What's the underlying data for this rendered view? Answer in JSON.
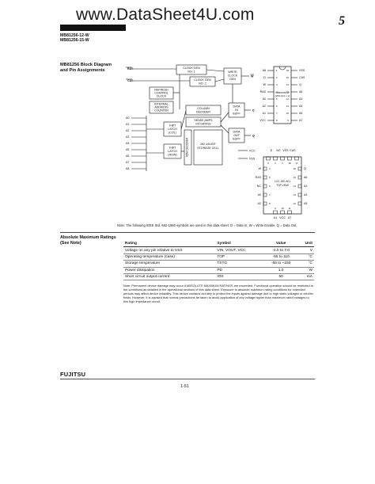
{
  "watermark": "www.DataSheet4U.com",
  "page_mark": "5",
  "part_numbers": [
    "MB81256-12-W",
    "MB81256-15-W"
  ],
  "section_title": [
    "MB81256 Block Diagram",
    "and Pin Assignments"
  ],
  "block_diagram": {
    "signals": {
      "ras": "RAS",
      "cas": "CAS",
      "w": "W",
      "a0": "A0",
      "a1": "A1",
      "a2": "A2",
      "a3": "A3",
      "a4": "A4",
      "a5": "A5",
      "a6": "A6",
      "a7": "A7",
      "a8": "A8",
      "d": "D",
      "q": "Q",
      "vcc": "VCC",
      "vss": "VSS"
    },
    "blocks": {
      "clock_gen_1": [
        "CLOCK GEN",
        "NO. 1"
      ],
      "clock_gen_2": [
        "CLOCK GEN",
        "NO. 2"
      ],
      "write_clock_gen": [
        "WRITE",
        "CLOCK",
        "GEN"
      ],
      "refresh_control": [
        "REFRESH",
        "CONTROL",
        "CLOCK"
      ],
      "internal_address_counter": [
        "INTERNAL",
        "ADDRESS",
        "COUNTER"
      ],
      "column_decoder": [
        "COLUMN",
        "DECODER"
      ],
      "sense_amps": [
        "SENSE AMPS",
        "I/O GATING"
      ],
      "data_in_buff": [
        "DATA",
        "IN",
        "BUFF"
      ],
      "data_out_buff": [
        "DATA",
        "OUT",
        "BUFF"
      ],
      "latch_col": [
        "9-BIT",
        "LATCH",
        "(COL)"
      ],
      "latch_row": [
        "9-BIT",
        "LATCH",
        "(ROW)"
      ],
      "row_decoder": "ROW DECODER",
      "storage_cell": [
        "262,144-BIT",
        "STORAGE CELL"
      ]
    }
  },
  "dip_package": {
    "name": [
      "MB81256-W",
      "(262,144 x 1)"
    ],
    "left_pins": [
      {
        "num": "1",
        "label": "A8"
      },
      {
        "num": "2",
        "label": "D"
      },
      {
        "num": "3",
        "label": "W"
      },
      {
        "num": "4",
        "label": "RAS"
      },
      {
        "num": "5",
        "label": "A0"
      },
      {
        "num": "6",
        "label": "A2"
      },
      {
        "num": "7",
        "label": "A1"
      },
      {
        "num": "8",
        "label": "VCC"
      }
    ],
    "right_pins": [
      {
        "num": "16",
        "label": "VSS"
      },
      {
        "num": "15",
        "label": "CAS"
      },
      {
        "num": "14",
        "label": "Q"
      },
      {
        "num": "13",
        "label": "A6"
      },
      {
        "num": "12",
        "label": "A3"
      },
      {
        "num": "11",
        "label": "A4"
      },
      {
        "num": "10",
        "label": "A5"
      },
      {
        "num": "9",
        "label": "A7"
      }
    ]
  },
  "lcc_package": {
    "name": [
      "LCC-18C-A01",
      "TOP VIEW"
    ],
    "top_labels": [
      "D",
      "NC",
      "VSS",
      "CAS"
    ],
    "top_nums": [
      "3",
      "2",
      "1",
      "18",
      "17"
    ],
    "left_pins": [
      {
        "num": "4",
        "label": "W"
      },
      {
        "num": "5",
        "label": "RAS"
      },
      {
        "num": "6",
        "label": "NC"
      },
      {
        "num": "7",
        "label": "A0"
      },
      {
        "num": "8",
        "label": "A2"
      }
    ],
    "right_pins": [
      {
        "num": "16",
        "label": "Q"
      },
      {
        "num": "15",
        "label": "A6"
      },
      {
        "num": "14",
        "label": "A3"
      },
      {
        "num": "13",
        "label": "A4"
      },
      {
        "num": "12",
        "label": "A5"
      }
    ],
    "bottom_nums": [
      "9",
      "10",
      "11"
    ],
    "bottom_labels": [
      "A1",
      "VCC",
      "A7"
    ]
  },
  "note": "Note: The following IEEE Std. 662-1980 symbols are used in this data sheet: D = Data In, W = Write Enable, Q = Data Out.",
  "abs_max": {
    "title": [
      "Absolute Maximum Ratings",
      "(See Note)"
    ],
    "headers": [
      "Rating",
      "Symbol",
      "Value",
      "Unit"
    ],
    "rows": [
      [
        "Voltage on any pin relative to VSS",
        "VIN, VOUT, VCC",
        "-1.0 to 7.0",
        "V"
      ],
      [
        "Operating temperature (case)",
        "TOP",
        "-55 to 110",
        "°C"
      ],
      [
        "Storage temperature",
        "TSTG",
        "-55 to +150",
        "°C"
      ],
      [
        "Power dissipation",
        "PD",
        "1.0",
        "W"
      ],
      [
        "Short circuit output current",
        "IOS",
        "50",
        "mA"
      ]
    ],
    "footnote": "Note: Permanent device damage may occur if ABSOLUTE MAXIMUM RATINGS are exceeded. Functional operation should be restricted to the conditions as detailed in the operational sections of this data sheet. Exposure to absolute maximum rating conditions for extended periods may affect device reliability. This device contains circuitry to protect the inputs against damage due to high static voltages or electric fields. However, it is advised that normal precautions be taken to avoid application of any voltage higher than maximum rated voltages to this high impedance circuit."
  },
  "brand": "FUJITSU",
  "page_number": "1-51"
}
